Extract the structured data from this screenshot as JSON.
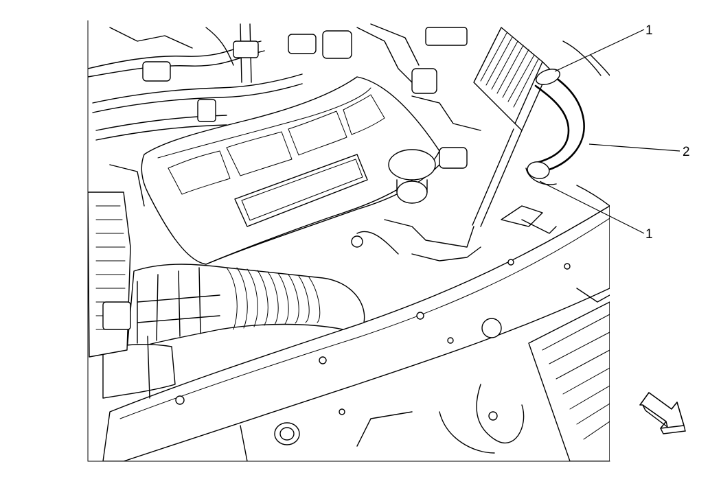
{
  "callouts": [
    {
      "id": "callout-1-top",
      "label": "1"
    },
    {
      "id": "callout-2",
      "label": "2"
    },
    {
      "id": "callout-1-bottom",
      "label": "1"
    }
  ],
  "colors": {
    "line": "#000000",
    "background": "#ffffff"
  },
  "icons": [
    "direction-arrow-icon"
  ]
}
